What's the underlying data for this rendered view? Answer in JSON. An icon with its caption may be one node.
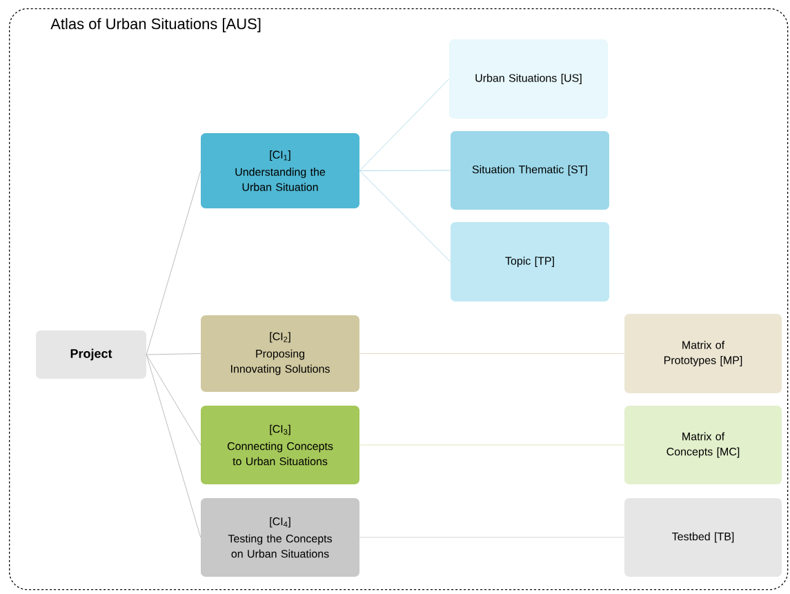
{
  "diagram": {
    "nodes": [
      {
        "text": [
          "Atlas of Urban Situations [AUS]"
        ]
      },
      {
        "text": [
          "**Project**"
        ],
        "in": 0
      },
      {
        "text": [
          "[CI$_{1}$]",
          "Understanding the Urban Situation"
        ],
        "in": 0
      },
      {
        "text": [
          "Urban Situations [US]"
        ],
        "in": 0
      },
      {
        "text": [
          "Situation Thematic [ST]"
        ],
        "in": 0
      },
      {
        "text": [
          "Topic [TP]"
        ],
        "in": 0
      },
      {
        "text": [
          "[CI$_{2}$]",
          "Proposing Innovating Solutions"
        ],
        "in": 0
      },
      {
        "text": [
          "Matrix of Prototypes [MP]"
        ],
        "in": 0
      },
      {
        "text": [
          "[CI$_{3}$]",
          "Connecting Concepts to Urban Situations"
        ],
        "in": 0
      },
      {
        "text": [
          "Matrix of Concepts [MC]"
        ],
        "in": 0
      },
      {
        "text": [
          "[CI$_{4}$]",
          "Testing the Concepts on Urban Situations"
        ],
        "in": 0
      },
      {
        "text": [
          "Testbed [TB]"
        ],
        "in": 0
      }
    ],
    "edges": [
      {
        "from": 1,
        "to": 2,
        "arrow": "none",
        "color": "#b4b4b4"
      },
      {
        "from": 1,
        "to": 6,
        "arrow": "none",
        "color": "#b4b4b4"
      },
      {
        "from": 1,
        "to": 8,
        "arrow": "none",
        "color": "#b4b4b4"
      },
      {
        "from": 1,
        "to": 10,
        "arrow": "none",
        "color": "#b4b4b4"
      },
      {
        "from": 2,
        "to": 3,
        "arrow": "none",
        "color": "#a8d8e6"
      },
      {
        "from": 2,
        "to": 4,
        "arrow": "none",
        "color": "#a8d8e6"
      },
      {
        "from": 2,
        "to": 5,
        "arrow": "none",
        "color": "#a8d8e6"
      },
      {
        "from": 6,
        "to": 7,
        "arrow": "none",
        "color": "#dcd6bc"
      },
      {
        "from": 8,
        "to": 9,
        "arrow": "none",
        "color": "#d6e4b4"
      },
      {
        "from": 10,
        "to": 11,
        "arrow": "none",
        "color": "#d0d0d0"
      }
    ]
  }
}
